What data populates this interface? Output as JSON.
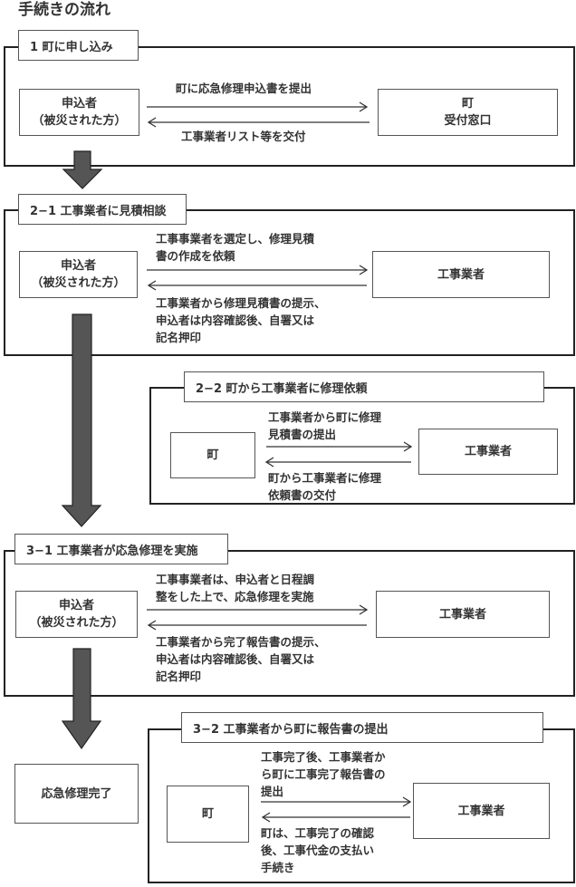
{
  "title": "手続きの流れ",
  "steps": {
    "s1": {
      "label": "1  町に申し込み",
      "left_node": [
        "申込者",
        "（被災された方）"
      ],
      "right_node": [
        "町",
        "受付窓口"
      ],
      "forward_text": "町に応急修理申込書を提出",
      "backward_text": "工事業者リスト等を交付"
    },
    "s21": {
      "label": "2−1  工事業者に見積相談",
      "left_node": [
        "申込者",
        "（被災された方）"
      ],
      "right_node": [
        "工事業者"
      ],
      "forward_text": "工事事業者を選定し、修理見積\n書の作成を依頼",
      "backward_text": "工事業者から修理見積書の提示、\n申込者は内容確認後、自署又は\n記名押印"
    },
    "s22": {
      "label": "2−2  町から工事業者に修理依頼",
      "left_node": [
        "町"
      ],
      "right_node": [
        "工事業者"
      ],
      "forward_text": "工事業者から町に修理\n見積書の提出",
      "backward_text": "町から工事業者に修理\n依頼書の交付"
    },
    "s31": {
      "label": "3−1  工事業者が応急修理を実施",
      "left_node": [
        "申込者",
        "（被災された方）"
      ],
      "right_node": [
        "工事業者"
      ],
      "forward_text": "工事事業者は、申込者と日程調\n整をした上で、応急修理を実施",
      "backward_text": "工事業者から完了報告書の提示、\n申込者は内容確認後、自署又は\n記名押印"
    },
    "s32": {
      "label": "3−2  工事業者から町に報告書の提出",
      "left_node": [
        "町"
      ],
      "right_node": [
        "工事業者"
      ],
      "forward_text": "工事完了後、工事業者か\nら町に工事完了報告書の\n提出",
      "backward_text": "町は、工事完了の確認\n後、工事代金の支払い\n手続き"
    }
  },
  "final": "応急修理完了",
  "colors": {
    "arrow_fill": "#555555",
    "border": "#222222"
  }
}
